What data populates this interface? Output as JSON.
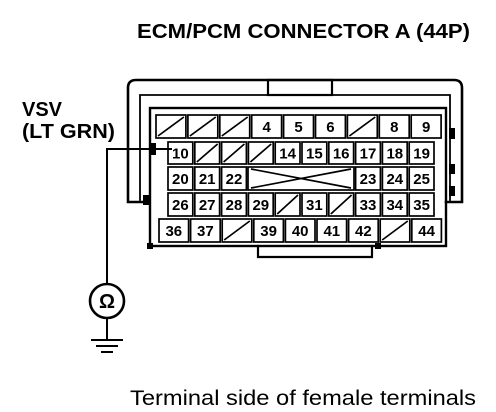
{
  "title": "ECM/PCM CONNECTOR A (44P)",
  "wire": {
    "name": "VSV",
    "color_code": "(LT GRN)"
  },
  "probe_terminal": 10,
  "terminal_rows": [
    [
      null,
      null,
      null,
      "4",
      "5",
      "6",
      null,
      "8",
      "9"
    ],
    [
      "10",
      null,
      null,
      null,
      "14",
      "15",
      "16",
      "17",
      "18",
      "19"
    ],
    [
      "20",
      "21",
      "22",
      "23",
      "24",
      "25"
    ],
    [
      "26",
      "27",
      "28",
      "29",
      null,
      "31",
      null,
      "33",
      "34",
      "35"
    ],
    [
      "36",
      "37",
      null,
      "39",
      "40",
      "41",
      "42",
      null,
      "44"
    ]
  ],
  "meter": {
    "symbol": "Ω",
    "icon": "ohmmeter-icon"
  },
  "ground": {
    "icon": "ground-icon"
  },
  "caption": "Terminal side of female terminals",
  "colors": {
    "ink": "#000000",
    "paper": "#ffffff"
  }
}
